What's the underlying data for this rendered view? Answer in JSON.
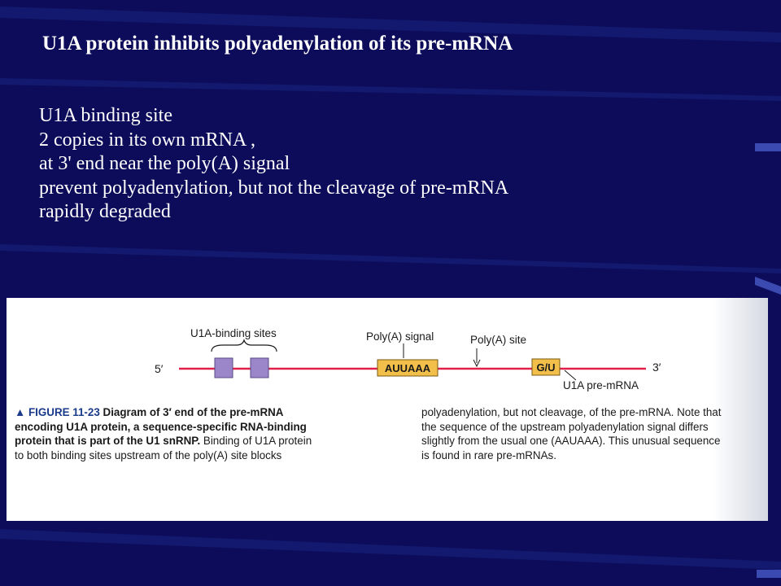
{
  "slide": {
    "title": "U1A protein inhibits polyadenylation of its pre-mRNA",
    "bullets": [
      "U1A binding site",
      "2 copies in its own mRNA ,",
      "at 3' end near the poly(A) signal",
      "prevent polyadenylation, but not the cleavage of pre-mRNA",
      "rapidly degraded"
    ]
  },
  "colors": {
    "background": "#0c0c5a",
    "stripe": "#2a3a9a",
    "mrna_line": "#e0204a",
    "binding_site": "#9a86c8",
    "signal_box": "#f2c04a"
  },
  "figure": {
    "labels": {
      "binding_sites": "U1A-binding sites",
      "five_prime": "5′",
      "three_prime": "3′",
      "polya_signal": "Poly(A) signal",
      "polya_signal_seq": "AUUAAA",
      "polya_site": "Poly(A) site",
      "gu": "G/U",
      "premrna": "U1A pre-mRNA"
    },
    "caption_left": {
      "lead": "▲ FIGURE 11-23",
      "bold_1": "  Diagram of 3′ end of the pre-mRNA",
      "bold_2": "encoding U1A protein, a sequence-specific RNA-binding",
      "bold_3": "protein that is part of the U1 snRNP.",
      "rest_3": " Binding of U1A protein",
      "line_4": "to both binding sites upstream of the poly(A) site blocks"
    },
    "caption_right": [
      "polyadenylation, but not cleavage, of the pre-mRNA. Note that",
      "the sequence of the upstream polyadenylation signal differs",
      "slightly from the usual one (AAUAAA). This unusual sequence",
      "is found in rare pre-mRNAs."
    ]
  }
}
